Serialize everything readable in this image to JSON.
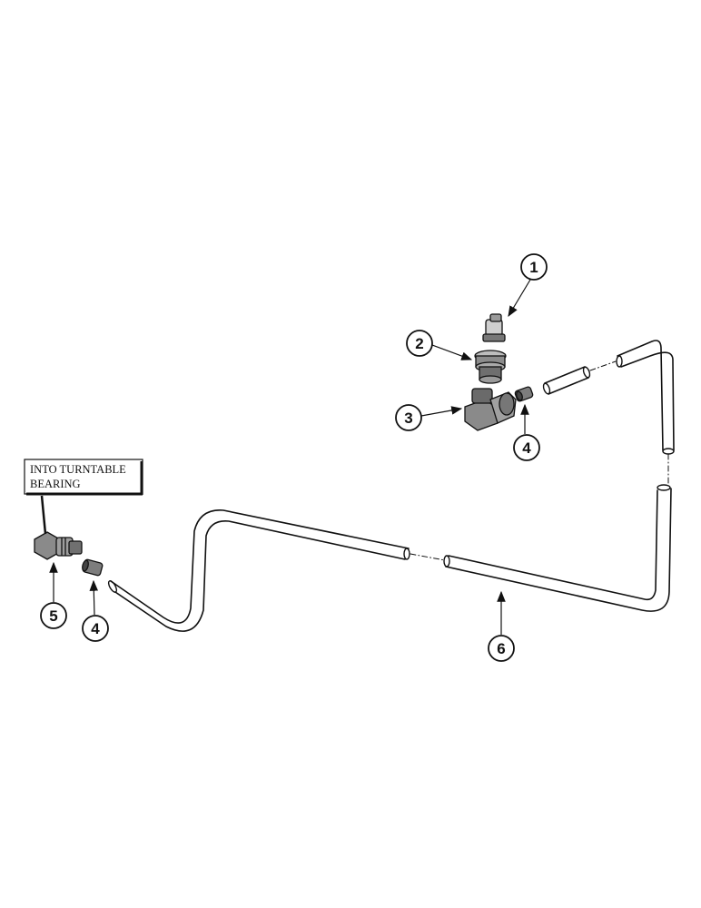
{
  "note": {
    "line1": "INTO TURNTABLE",
    "line2": "BEARING"
  },
  "callouts": [
    {
      "id": "c1",
      "label": "1"
    },
    {
      "id": "c2",
      "label": "2"
    },
    {
      "id": "c3",
      "label": "3"
    },
    {
      "id": "c4a",
      "label": "4"
    },
    {
      "id": "c4b",
      "label": "4"
    },
    {
      "id": "c5",
      "label": "5"
    },
    {
      "id": "c6",
      "label": "6"
    }
  ],
  "colors": {
    "ink": "#111111",
    "part_shade": "#9a9a9a",
    "background": "#ffffff"
  }
}
